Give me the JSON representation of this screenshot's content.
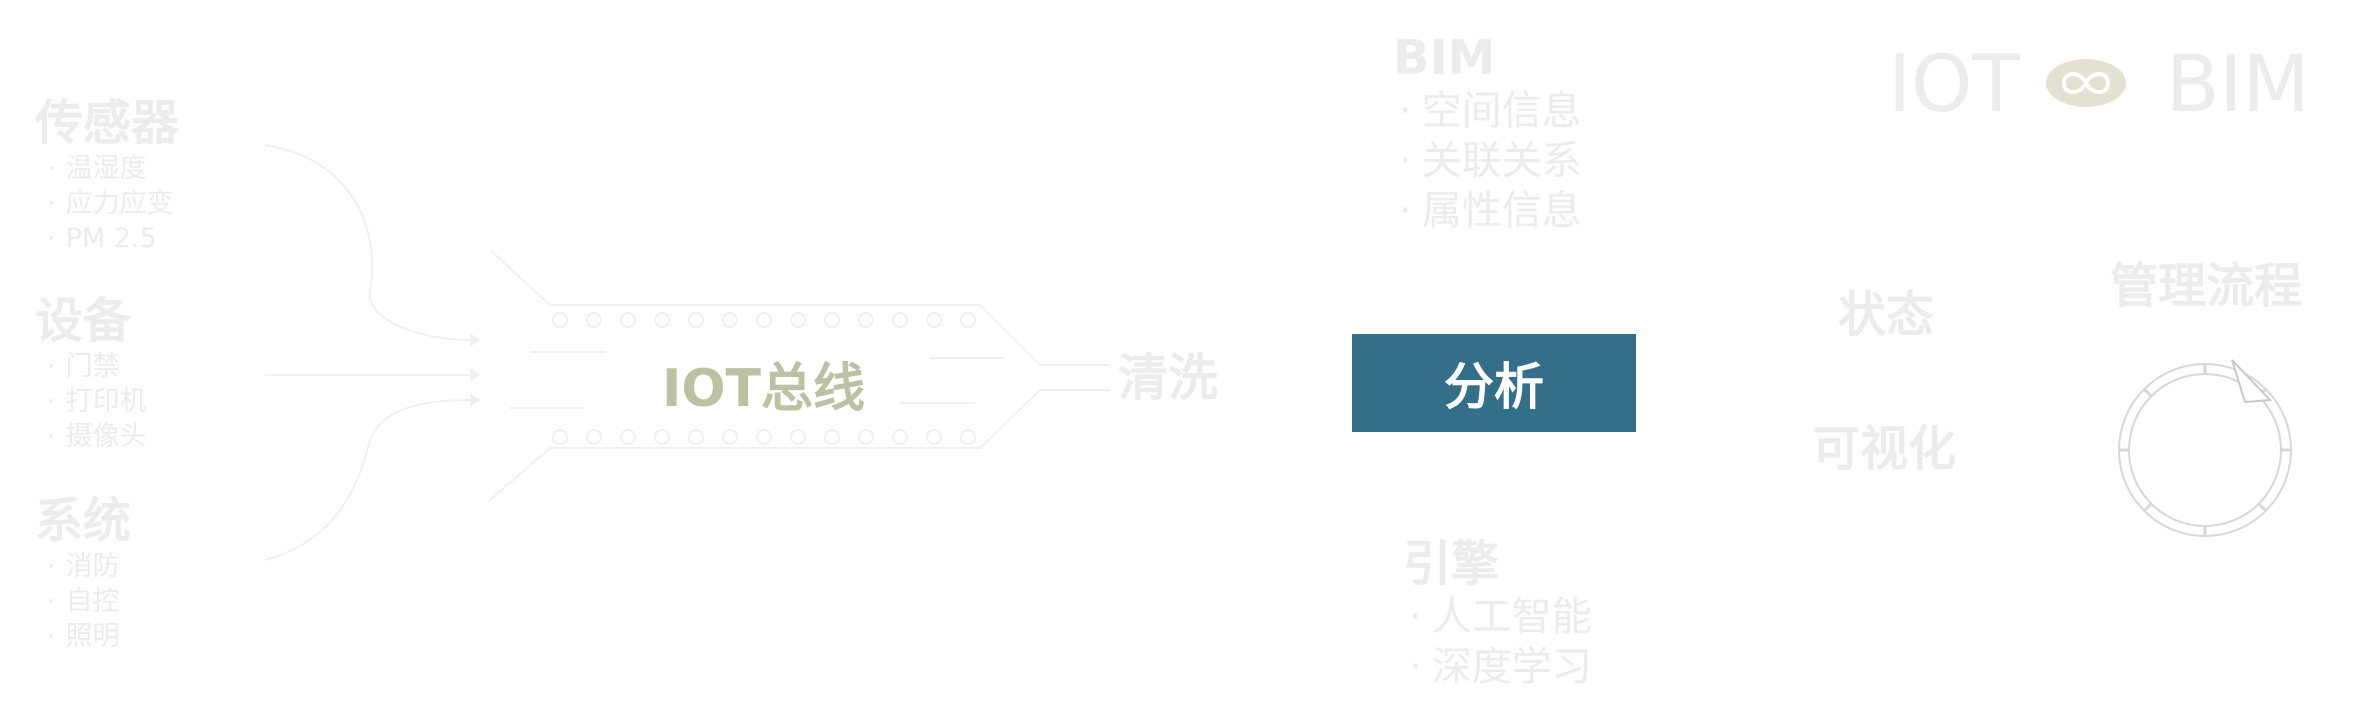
{
  "sources": [
    {
      "title": "传感器",
      "items": [
        "温湿度",
        "应力应变",
        "PM 2.5"
      ]
    },
    {
      "title": "设备",
      "items": [
        "门禁",
        "打印机",
        "摄像头"
      ]
    },
    {
      "title": "系统",
      "items": [
        "消防",
        "自控",
        "照明"
      ]
    }
  ],
  "bus_label": "IOT总线",
  "wash_label": "清洗",
  "analyze_label": "分析",
  "bim": {
    "title": "BIM",
    "items": [
      "空间信息",
      "关联关系",
      "属性信息"
    ]
  },
  "engine": {
    "title": "引擎",
    "items": [
      "人工智能",
      "深度学习"
    ]
  },
  "state_label": "状态",
  "visual_label": "可视化",
  "brand": {
    "left": "IOT",
    "right": "BIM"
  },
  "process_label": "管理流程",
  "colors": {
    "analyze_bg": "#336f88",
    "bus_text": "#bcc1a2",
    "faint": "#ececee",
    "infinity": "#e4e1d2"
  }
}
